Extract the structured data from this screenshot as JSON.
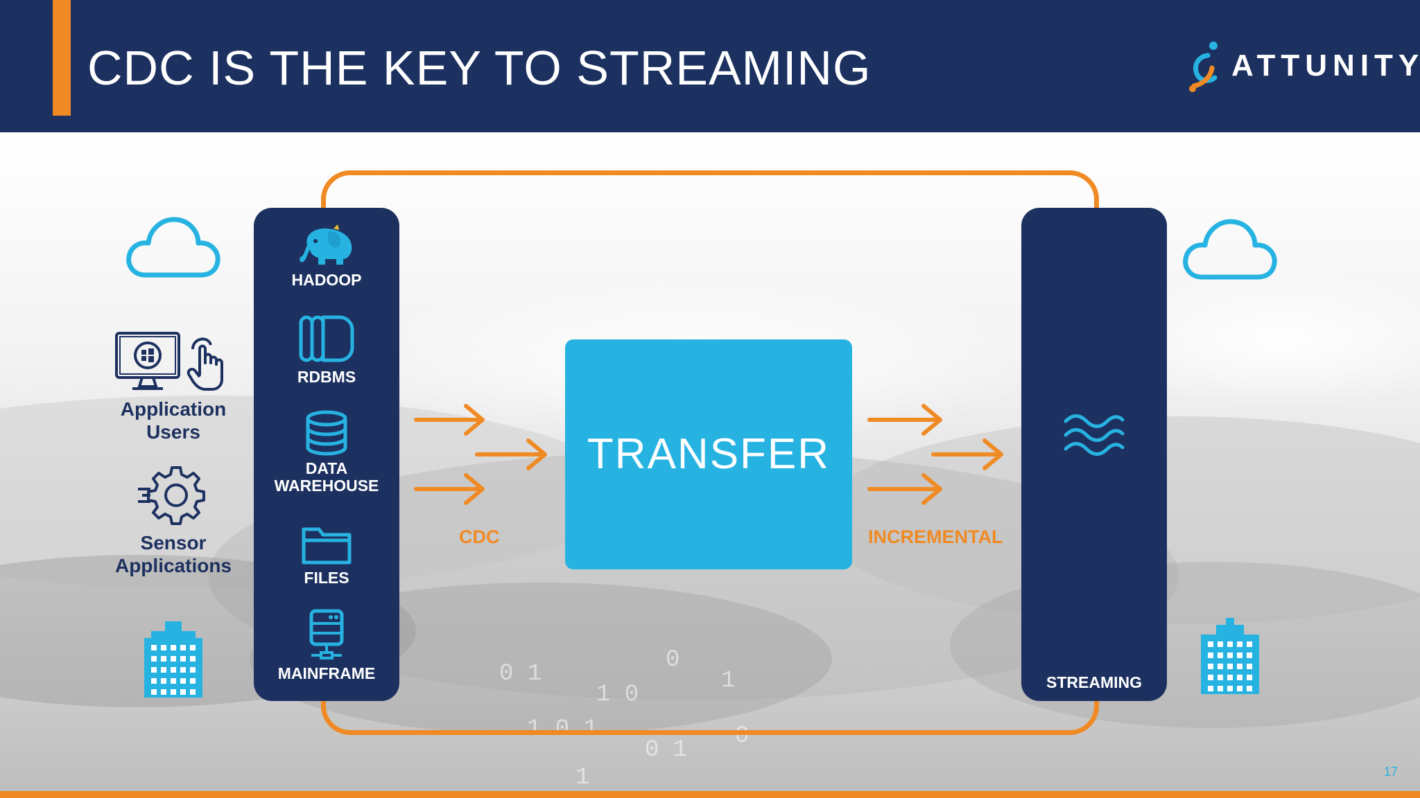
{
  "slide": {
    "title": "CDC IS THE KEY TO STREAMING",
    "logo_text": "ATTUNITY",
    "page_number": "17"
  },
  "left_side": {
    "app_users_label": "Application\nUsers",
    "sensor_apps_label": "Sensor\nApplications",
    "icons": [
      "cloud-icon",
      "desktop-windows-icon",
      "touch-hand-icon",
      "gear-icon",
      "building-icon"
    ]
  },
  "sources": {
    "items": [
      {
        "label": "HADOOP",
        "icon": "elephant-icon"
      },
      {
        "label": "RDBMS",
        "icon": "database-slices-icon"
      },
      {
        "label": "DATA\nWAREHOUSE",
        "icon": "database-cylinder-icon"
      },
      {
        "label": "FILES",
        "icon": "folder-icon"
      },
      {
        "label": "MAINFRAME",
        "icon": "server-icon"
      }
    ]
  },
  "transfer": {
    "label": "TRANSFER"
  },
  "flows": {
    "cdc_label": "CDC",
    "incremental_label": "INCREMENTAL"
  },
  "target": {
    "label": "STREAMING",
    "icon": "waves-icon"
  },
  "right_side": {
    "icons": [
      "cloud-icon",
      "building-icon"
    ]
  },
  "colors": {
    "navy": "#1d3160",
    "orange": "#f08a24",
    "blue": "#27b3e2",
    "white": "#ffffff"
  }
}
